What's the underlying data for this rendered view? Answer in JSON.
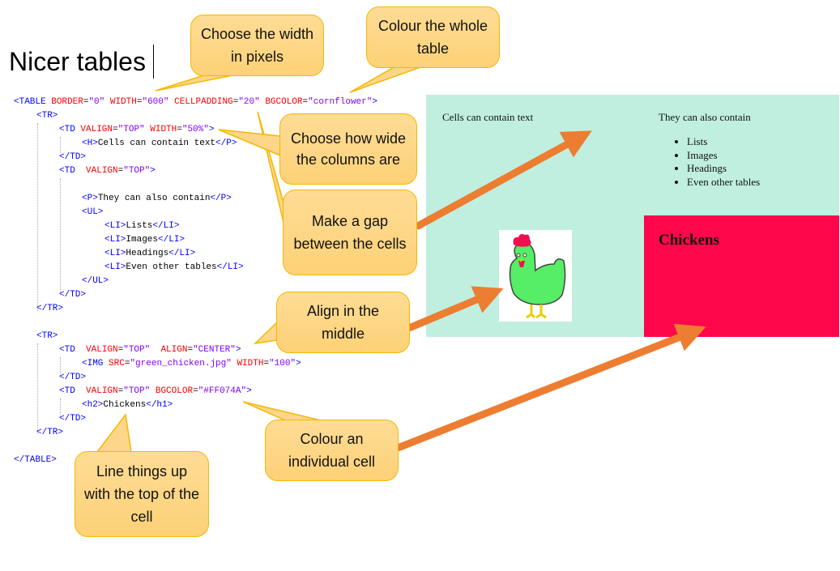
{
  "title": "Nicer tables",
  "code_lines": [
    {
      "indent": 0,
      "segs": [
        [
          "t",
          "<TABLE "
        ],
        [
          "a",
          "BORDER"
        ],
        [
          "x",
          "="
        ],
        [
          "v",
          "\"0\""
        ],
        [
          "a",
          " WIDTH"
        ],
        [
          "x",
          "="
        ],
        [
          "v",
          "\"600\""
        ],
        [
          "a",
          " CELLPADDING"
        ],
        [
          "x",
          "="
        ],
        [
          "v",
          "\"20\""
        ],
        [
          "a",
          " BGCOLOR"
        ],
        [
          "x",
          "="
        ],
        [
          "v",
          "\"cornflower\""
        ],
        [
          "t",
          ">"
        ]
      ]
    },
    {
      "indent": 1,
      "segs": [
        [
          "t",
          "<TR>"
        ]
      ]
    },
    {
      "indent": 2,
      "segs": [
        [
          "t",
          "<TD "
        ],
        [
          "a",
          "VALIGN"
        ],
        [
          "x",
          "="
        ],
        [
          "v",
          "\"TOP\""
        ],
        [
          "a",
          " WIDTH"
        ],
        [
          "x",
          "="
        ],
        [
          "v",
          "\"50%\""
        ],
        [
          "t",
          ">"
        ]
      ]
    },
    {
      "indent": 3,
      "segs": [
        [
          "t",
          "<H>"
        ],
        [
          "x",
          "Cells can contain text"
        ],
        [
          "t",
          "</P>"
        ]
      ]
    },
    {
      "indent": 2,
      "segs": [
        [
          "t",
          "</TD>"
        ]
      ]
    },
    {
      "indent": 2,
      "segs": [
        [
          "t",
          "<TD  "
        ],
        [
          "a",
          "VALIGN"
        ],
        [
          "x",
          "="
        ],
        [
          "v",
          "\"TOP\""
        ],
        [
          "t",
          ">"
        ]
      ]
    },
    {
      "indent": 3,
      "segs": []
    },
    {
      "indent": 3,
      "segs": [
        [
          "t",
          "<P>"
        ],
        [
          "x",
          "They can also contain"
        ],
        [
          "t",
          "</P>"
        ]
      ]
    },
    {
      "indent": 3,
      "segs": [
        [
          "t",
          "<UL>"
        ]
      ]
    },
    {
      "indent": 4,
      "segs": [
        [
          "t",
          "<LI>"
        ],
        [
          "x",
          "Lists"
        ],
        [
          "t",
          "</LI>"
        ]
      ]
    },
    {
      "indent": 4,
      "segs": [
        [
          "t",
          "<LI>"
        ],
        [
          "x",
          "Images"
        ],
        [
          "t",
          "</LI>"
        ]
      ]
    },
    {
      "indent": 4,
      "segs": [
        [
          "t",
          "<LI>"
        ],
        [
          "x",
          "Headings"
        ],
        [
          "t",
          "</LI>"
        ]
      ]
    },
    {
      "indent": 4,
      "segs": [
        [
          "t",
          "<LI>"
        ],
        [
          "x",
          "Even other tables"
        ],
        [
          "t",
          "</LI>"
        ]
      ]
    },
    {
      "indent": 3,
      "segs": [
        [
          "t",
          "</UL>"
        ]
      ]
    },
    {
      "indent": 2,
      "segs": [
        [
          "t",
          "</TD>"
        ]
      ]
    },
    {
      "indent": 1,
      "segs": [
        [
          "t",
          "</TR>"
        ]
      ]
    },
    {
      "indent": 0,
      "segs": []
    },
    {
      "indent": 1,
      "segs": [
        [
          "t",
          "<TR>"
        ]
      ]
    },
    {
      "indent": 2,
      "segs": [
        [
          "t",
          "<TD  "
        ],
        [
          "a",
          "VALIGN"
        ],
        [
          "x",
          "="
        ],
        [
          "v",
          "\"TOP\""
        ],
        [
          "a",
          "  ALIGN"
        ],
        [
          "x",
          "="
        ],
        [
          "v",
          "\"CENTER\""
        ],
        [
          "t",
          ">"
        ]
      ]
    },
    {
      "indent": 3,
      "segs": [
        [
          "t",
          "<IMG "
        ],
        [
          "a",
          "SRC"
        ],
        [
          "x",
          "="
        ],
        [
          "v",
          "\"green_chicken.jpg\""
        ],
        [
          "a",
          " WIDTH"
        ],
        [
          "x",
          "="
        ],
        [
          "v",
          "\"100\""
        ],
        [
          "t",
          ">"
        ]
      ]
    },
    {
      "indent": 2,
      "segs": [
        [
          "t",
          "</TD>"
        ]
      ]
    },
    {
      "indent": 2,
      "segs": [
        [
          "t",
          "<TD  "
        ],
        [
          "a",
          "VALIGN"
        ],
        [
          "x",
          "="
        ],
        [
          "v",
          "\"TOP\""
        ],
        [
          "a",
          " BGCOLOR"
        ],
        [
          "x",
          "="
        ],
        [
          "v",
          "\"#FF074A\""
        ],
        [
          "t",
          ">"
        ]
      ]
    },
    {
      "indent": 3,
      "segs": [
        [
          "t",
          "<h2>"
        ],
        [
          "x",
          "Chickens"
        ],
        [
          "t",
          "</h1>"
        ]
      ]
    },
    {
      "indent": 2,
      "segs": [
        [
          "t",
          "</TD>"
        ]
      ]
    },
    {
      "indent": 1,
      "segs": [
        [
          "t",
          "</TR>"
        ]
      ]
    },
    {
      "indent": 0,
      "segs": []
    },
    {
      "indent": 0,
      "segs": [
        [
          "t",
          "</TABLE>"
        ]
      ]
    }
  ],
  "preview": {
    "cell1_text": "Cells can contain text",
    "cell2_text": "They can also contain",
    "list": [
      "Lists",
      "Images",
      "Headings",
      "Even other tables"
    ],
    "heading": "Chickens",
    "table_bg": "#c0efe0",
    "cell_bg": "#ff074a",
    "image": "green-chicken"
  },
  "callouts": {
    "width_pixels": "Choose the width in pixels",
    "colour_table": "Colour the whole table",
    "gap_cells": "Make a gap between the cells",
    "column_width": "Choose how wide the columns are",
    "align_middle": "Align in the middle",
    "colour_cell": "Colour an individual cell",
    "valign_top": "Line things up with the top of the cell"
  },
  "colors": {
    "callout_fill": "#fdd68a",
    "callout_border": "#f5b800",
    "arrow": "#ed7d31"
  }
}
